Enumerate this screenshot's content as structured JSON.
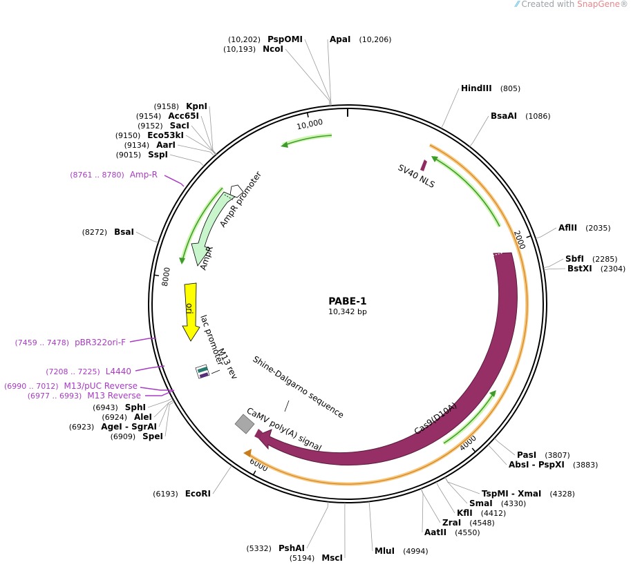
{
  "watermark": {
    "prefix": "Created with ",
    "brand": "SnapGene",
    "mark": "®"
  },
  "plasmid": {
    "name": "PABE-1",
    "length_label": "10,342 bp",
    "length_bp": 10342
  },
  "ticks": [
    {
      "bp": 2000,
      "label": "2000"
    },
    {
      "bp": 4000,
      "label": "4000"
    },
    {
      "bp": 6000,
      "label": "6000"
    },
    {
      "bp": 8000,
      "label": "8000"
    },
    {
      "bp": 10000,
      "label": "10,000"
    }
  ],
  "sites": [
    {
      "id": "hindiii",
      "name": "HindIII",
      "pos": "(805)",
      "bp": 805,
      "side": "right"
    },
    {
      "id": "bsaai",
      "name": "BsaAI",
      "pos": "(1086)",
      "bp": 1086,
      "side": "right"
    },
    {
      "id": "aflii",
      "name": "AflII",
      "pos": "(2035)",
      "bp": 2035,
      "side": "right"
    },
    {
      "id": "sbfi",
      "name": "SbfI",
      "pos": "(2285)",
      "bp": 2285,
      "side": "right"
    },
    {
      "id": "bstxi",
      "name": "BstXI",
      "pos": "(2304)",
      "bp": 2304,
      "side": "right"
    },
    {
      "id": "pasi",
      "name": "PasI",
      "pos": "(3807)",
      "bp": 3807,
      "side": "right"
    },
    {
      "id": "absi",
      "name": "AbsI - PspXI",
      "pos": "(3883)",
      "bp": 3883,
      "side": "right"
    },
    {
      "id": "tspmi",
      "name": "TspMI - XmaI",
      "pos": "(4328)",
      "bp": 4328,
      "side": "right"
    },
    {
      "id": "smai",
      "name": "SmaI",
      "pos": "(4330)",
      "bp": 4330,
      "side": "right"
    },
    {
      "id": "kfli",
      "name": "KflI",
      "pos": "(4412)",
      "bp": 4412,
      "side": "right"
    },
    {
      "id": "zrai",
      "name": "ZraI",
      "pos": "(4548)",
      "bp": 4548,
      "side": "right"
    },
    {
      "id": "aatii",
      "name": "AatII",
      "pos": "(4550)",
      "bp": 4550,
      "side": "right"
    },
    {
      "id": "mlui",
      "name": "MluI",
      "pos": "(4994)",
      "bp": 4994,
      "side": "right"
    },
    {
      "id": "msci",
      "name": "MscI",
      "pos": "(5194)",
      "bp": 5194,
      "side": "left"
    },
    {
      "id": "pshai",
      "name": "PshAI",
      "pos": "(5332)",
      "bp": 5332,
      "side": "left"
    },
    {
      "id": "ecori",
      "name": "EcoRI",
      "pos": "(6193)",
      "bp": 6193,
      "side": "left"
    },
    {
      "id": "spei",
      "name": "SpeI",
      "pos": "(6909)",
      "bp": 6909,
      "side": "left"
    },
    {
      "id": "agei",
      "name": "AgeI - SgrAI",
      "pos": "(6923)",
      "bp": 6923,
      "side": "left"
    },
    {
      "id": "alei",
      "name": "AleI",
      "pos": "(6924)",
      "bp": 6924,
      "side": "left"
    },
    {
      "id": "sphi",
      "name": "SphI",
      "pos": "(6943)",
      "bp": 6943,
      "side": "left"
    },
    {
      "id": "bsai",
      "name": "BsaI",
      "pos": "(8272)",
      "bp": 8272,
      "side": "left"
    },
    {
      "id": "sspi",
      "name": "SspI",
      "pos": "(9015)",
      "bp": 9015,
      "side": "left"
    },
    {
      "id": "aari",
      "name": "AarI",
      "pos": "(9134)",
      "bp": 9134,
      "side": "left"
    },
    {
      "id": "eco53ki",
      "name": "Eco53kI",
      "pos": "(9150)",
      "bp": 9150,
      "side": "left"
    },
    {
      "id": "saci",
      "name": "SacI",
      "pos": "(9152)",
      "bp": 9152,
      "side": "left"
    },
    {
      "id": "acc65i",
      "name": "Acc65I",
      "pos": "(9154)",
      "bp": 9154,
      "side": "left"
    },
    {
      "id": "kpni",
      "name": "KpnI",
      "pos": "(9158)",
      "bp": 9158,
      "side": "left"
    },
    {
      "id": "ncoi",
      "name": "NcoI",
      "pos": "(10,193)",
      "bp": 10193,
      "side": "left"
    },
    {
      "id": "pspomi",
      "name": "PspOMI",
      "pos": "(10,202)",
      "bp": 10202,
      "side": "left"
    },
    {
      "id": "apai",
      "name": "ApaI",
      "pos": "(10,206)",
      "bp": 10206,
      "side": "right"
    }
  ],
  "primers": [
    {
      "id": "amp-r",
      "name": "Amp-R",
      "pos": "(8761 .. 8780)"
    },
    {
      "id": "pbr322ori-f",
      "name": "pBR322ori-F",
      "pos": "(7459 .. 7478)"
    },
    {
      "id": "l4440",
      "name": "L4440",
      "pos": "(7208 .. 7225)"
    },
    {
      "id": "m13-puc-reverse",
      "name": "M13/pUC Reverse",
      "pos": "(6990 .. 7012)"
    },
    {
      "id": "m13-reverse",
      "name": "M13 Reverse",
      "pos": "(6977 .. 6993)"
    }
  ],
  "features": [
    {
      "id": "sv40-nls",
      "label": "SV40 NLS",
      "color": "#8e2c62"
    },
    {
      "id": "cas9",
      "label": "Cas9(D10A)",
      "color": "#962f66"
    },
    {
      "id": "ampr-promoter",
      "label": "AmpR promoter",
      "color": "#ffffff"
    },
    {
      "id": "ampr",
      "label": "AmpR",
      "color": "#c9f5cc"
    },
    {
      "id": "ori",
      "label": "ori",
      "color": "#ffff00"
    },
    {
      "id": "lac-promoter",
      "label": "lac promoter",
      "color": "#ffffff"
    },
    {
      "id": "m13-rev",
      "label": "M13 rev",
      "color": "#2a7b6f"
    },
    {
      "id": "shine-dalgarno",
      "label": "Shine-Dalgarno sequence",
      "color": "#000000"
    },
    {
      "id": "camv-polya",
      "label": "CaMV poly(A) signal",
      "color": "#a8a8a8"
    }
  ],
  "colors": {
    "orf": "#f8c77c",
    "orf_arrow": "#3d9a2b",
    "orf_glow": "#cdf5b0",
    "backbone": "#000000",
    "primer": "#a83ac4"
  }
}
